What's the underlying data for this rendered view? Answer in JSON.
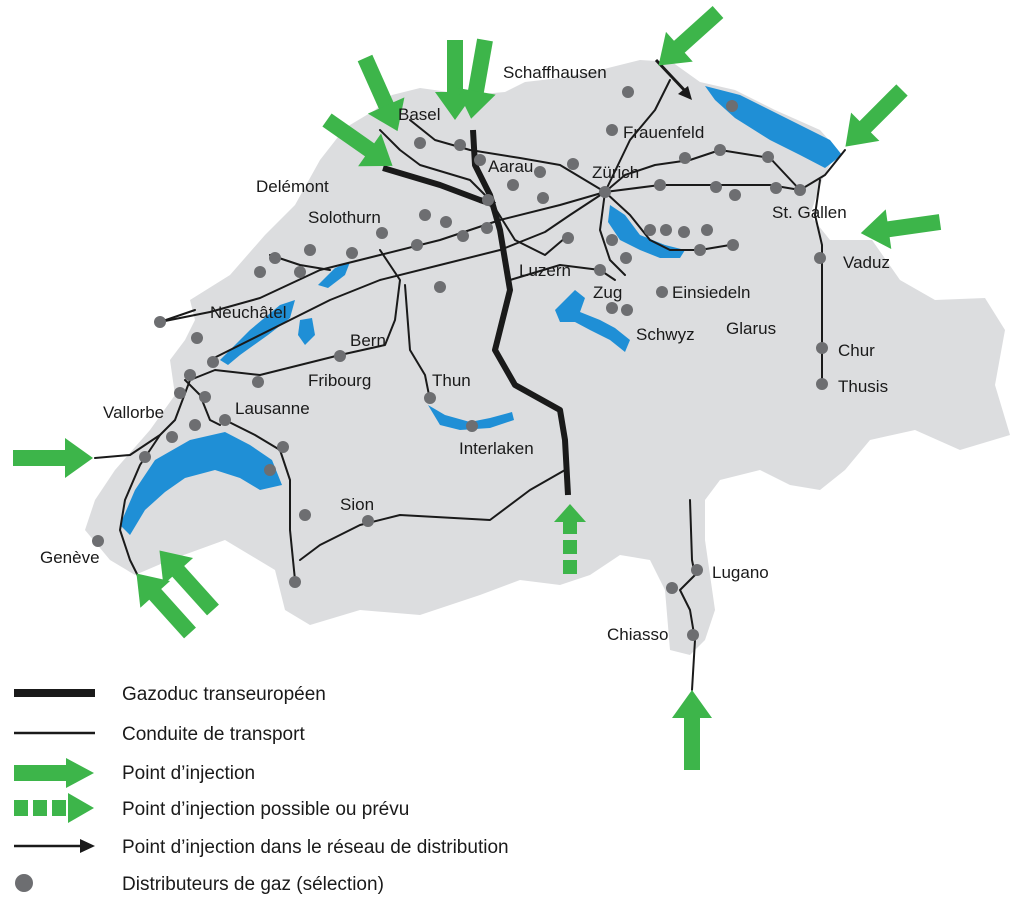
{
  "map": {
    "cities": [
      {
        "key": "schaffhausen",
        "name": "Schaffhausen"
      },
      {
        "key": "basel",
        "name": "Basel"
      },
      {
        "key": "frauenfeld",
        "name": "Frauenfeld"
      },
      {
        "key": "aarau",
        "name": "Aarau"
      },
      {
        "key": "zurich",
        "name": "Zürich"
      },
      {
        "key": "delemont",
        "name": "Delémont"
      },
      {
        "key": "solothurn",
        "name": "Solothurn"
      },
      {
        "key": "stgallen",
        "name": "St. Gallen"
      },
      {
        "key": "vaduz",
        "name": "Vaduz"
      },
      {
        "key": "luzern",
        "name": "Luzern"
      },
      {
        "key": "zug",
        "name": "Zug"
      },
      {
        "key": "einsiedeln",
        "name": "Einsiedeln"
      },
      {
        "key": "neuchatel",
        "name": "Neuchâtel"
      },
      {
        "key": "glarus",
        "name": "Glarus"
      },
      {
        "key": "schwyz",
        "name": "Schwyz"
      },
      {
        "key": "bern",
        "name": "Bern"
      },
      {
        "key": "chur",
        "name": "Chur"
      },
      {
        "key": "fribourg",
        "name": "Fribourg"
      },
      {
        "key": "thun",
        "name": "Thun"
      },
      {
        "key": "thusis",
        "name": "Thusis"
      },
      {
        "key": "vallorbe",
        "name": "Vallorbe"
      },
      {
        "key": "lausanne",
        "name": "Lausanne"
      },
      {
        "key": "interlaken",
        "name": "Interlaken"
      },
      {
        "key": "sion",
        "name": "Sion"
      },
      {
        "key": "geneve",
        "name": "Genève"
      },
      {
        "key": "lugano",
        "name": "Lugano"
      },
      {
        "key": "chiasso",
        "name": "Chiasso"
      }
    ],
    "colors": {
      "country": "#dcdddf",
      "lake": "#1f8fd6",
      "injection": "#3db54a",
      "pipeline": "#1a1a1a",
      "distributor": "#6d6e71"
    }
  },
  "legend": {
    "transeuropean": "Gazoduc transeuropéen",
    "transport": "Conduite de transport",
    "injection": "Point d’injection",
    "injection_possible": "Point d’injection possible ou prévu",
    "injection_distribution": "Point d’injection dans le réseau de distribution",
    "distributors": "Distributeurs de gaz (sélection)"
  }
}
